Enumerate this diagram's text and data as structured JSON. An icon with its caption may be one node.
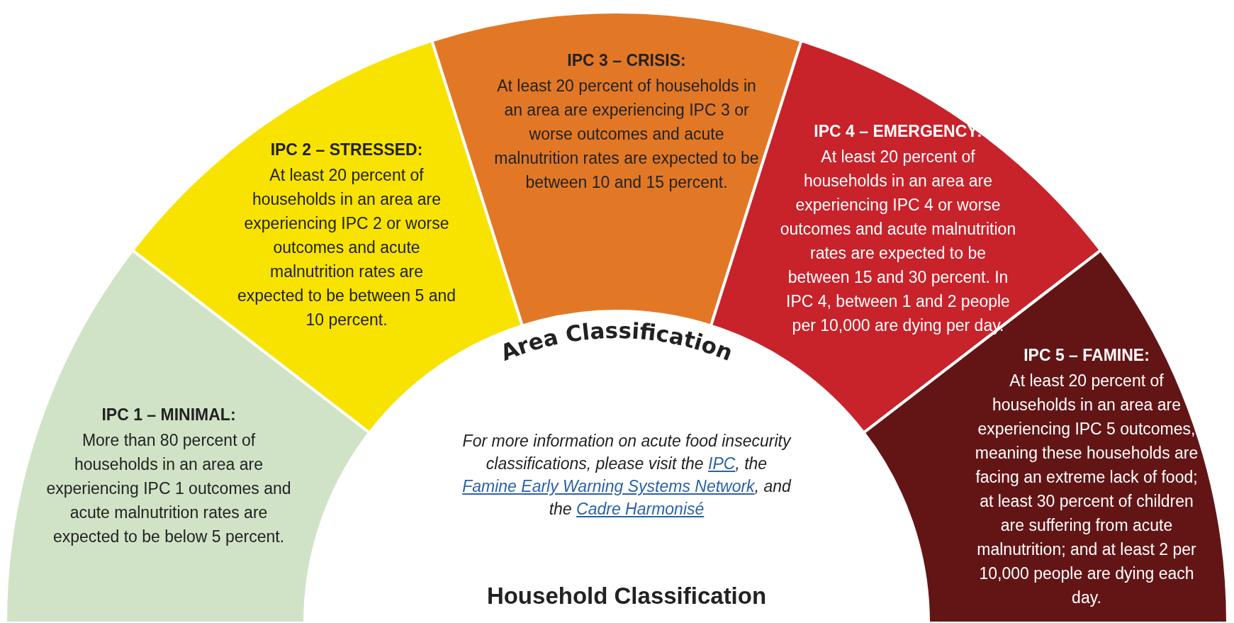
{
  "diagram": {
    "nodes": [
      {
        "text": [
          "IPC 1 – MINIMAL:",
          "More than 80 percent of households in an area are experiencing IPC 1 outcomes and acute malnutrition rates are expected to be below 5 percent."
        ]
      },
      {
        "text": [
          "IPC 2 – STRESSED:",
          "At least 20 percent of households in an area are experiencing IPC 2 or worse outcomes and acute malnutrition rates are expected to be between 5 and 10 percent."
        ]
      },
      {
        "text": [
          "IPC 3 – CRISIS:",
          "At least 20 percent of households in an area are experiencing IPC 3 or worse outcomes and acute malnutrition rates are expected to be between 10 and 15 percent."
        ]
      },
      {
        "text": [
          "IPC 4 – EMERGENCY:",
          "At least 20 percent of households in an area are experiencing IPC 4 or worse outcomes and acute malnutrition rates are expected to be between 15 and 30 percent. In IPC 4, between 1 and 2 people per 10,000 are dying per day."
        ]
      },
      {
        "text": [
          "IPC 5 – FAMINE:",
          "At least 20 percent of households in an area are experiencing IPC 5 outcomes, meaning these households are facing an extreme lack of food; at least 30 percent of children are suffering from acute malnutrition; and at least 2 per 10,000 people are dying each day."
        ]
      }
    ],
    "labels": [
      "Area Classification",
      "For more information on acute food insecurity classifications, please visit the ",
      "IPC",
      ", the ",
      "Famine Early Warning Systems Network",
      ", and the ",
      "Cadre Harmonisé",
      "Household Classification"
    ]
  }
}
